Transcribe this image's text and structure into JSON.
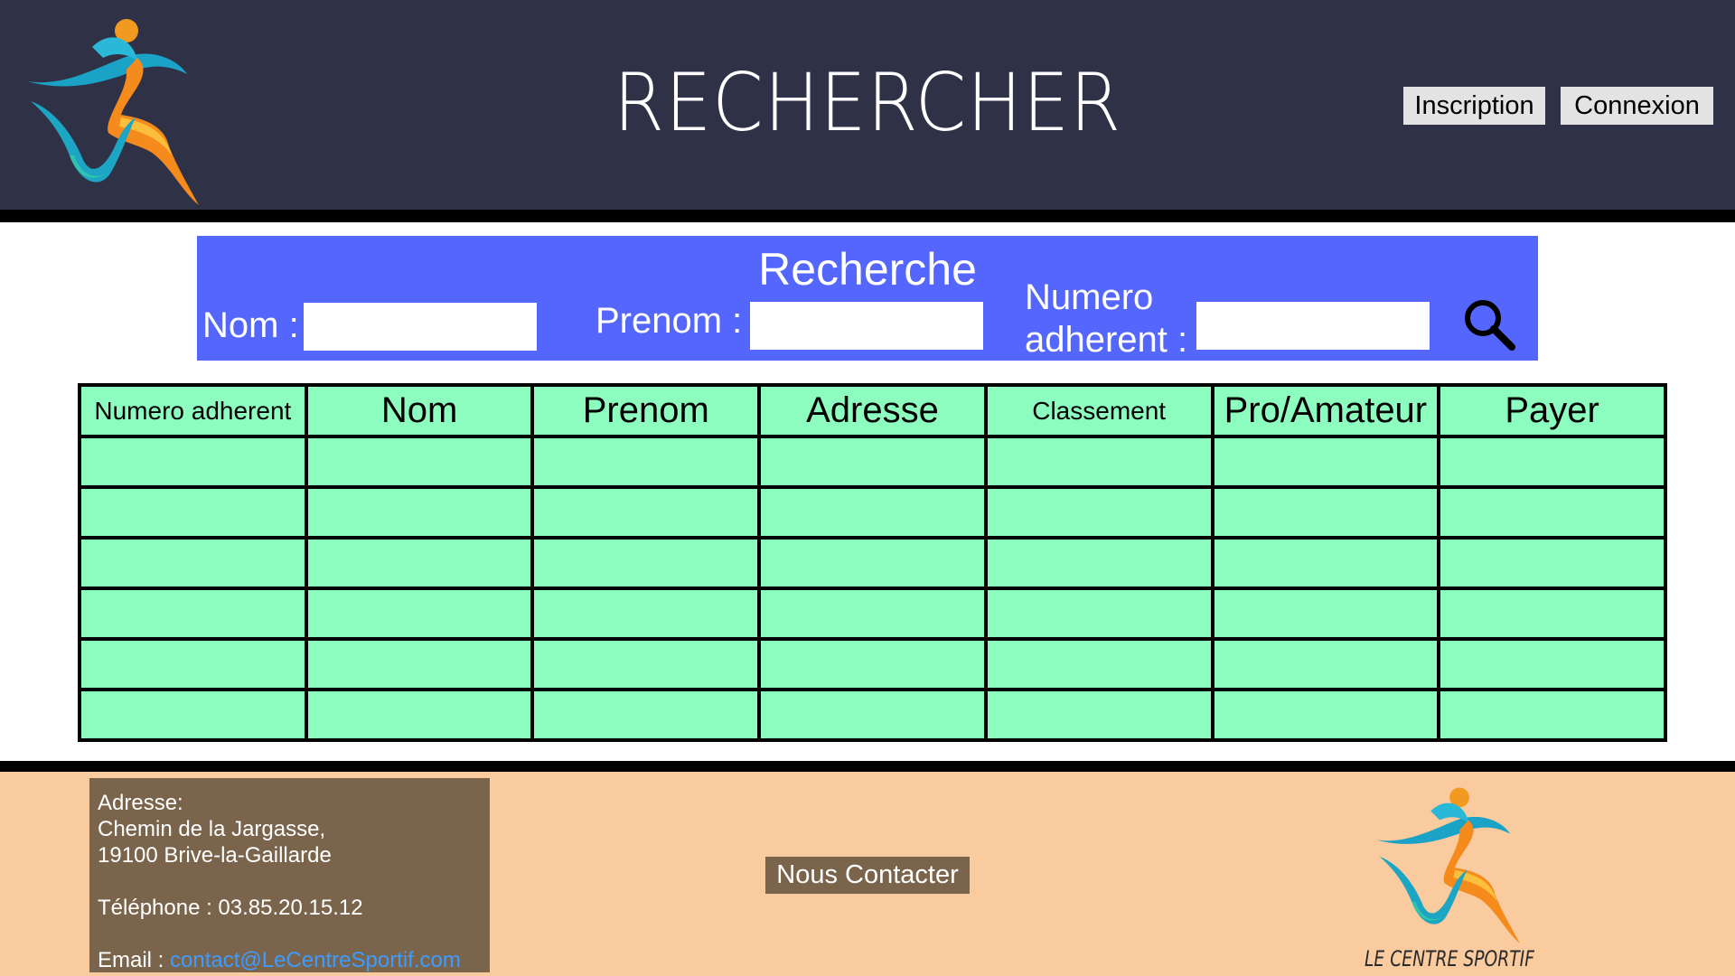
{
  "header": {
    "title": "RECHERCHER",
    "inscription_label": "Inscription",
    "connexion_label": "Connexion"
  },
  "search": {
    "title": "Recherche",
    "nom_label": "Nom :",
    "prenom_label": "Prenom :",
    "numero_label_line1": "Numero",
    "numero_label_line2": "adherent :",
    "nom_value": "",
    "prenom_value": "",
    "numero_value": "",
    "search_icon": "search-icon"
  },
  "table": {
    "columns": [
      "Numero adherent",
      "Nom",
      "Prenom",
      "Adresse",
      "Classement",
      "Pro/Amateur",
      "Payer"
    ],
    "rows": [
      [
        "",
        "",
        "",
        "",
        "",
        "",
        ""
      ],
      [
        "",
        "",
        "",
        "",
        "",
        "",
        ""
      ],
      [
        "",
        "",
        "",
        "",
        "",
        "",
        ""
      ],
      [
        "",
        "",
        "",
        "",
        "",
        "",
        ""
      ],
      [
        "",
        "",
        "",
        "",
        "",
        "",
        ""
      ],
      [
        "",
        "",
        "",
        "",
        "",
        "",
        ""
      ]
    ]
  },
  "footer": {
    "address_label": "Adresse:",
    "address_line1": "Chemin de la Jargasse,",
    "address_line2": "19100 Brive-la-Gaillarde",
    "phone": "Téléphone : 03.85.20.15.12",
    "email_label": "Email : ",
    "email": "contact@LeCentreSportif.com",
    "contact_button": "Nous Contacter",
    "brand": "LE CENTRE SPORTIF"
  },
  "colors": {
    "header_bg": "#2f3147",
    "search_panel": "#5466fb",
    "table_cell": "#8dfdbf",
    "footer_bg": "#f9cb9f",
    "footer_box": "#7b644c",
    "email_link": "#3d9cff"
  }
}
